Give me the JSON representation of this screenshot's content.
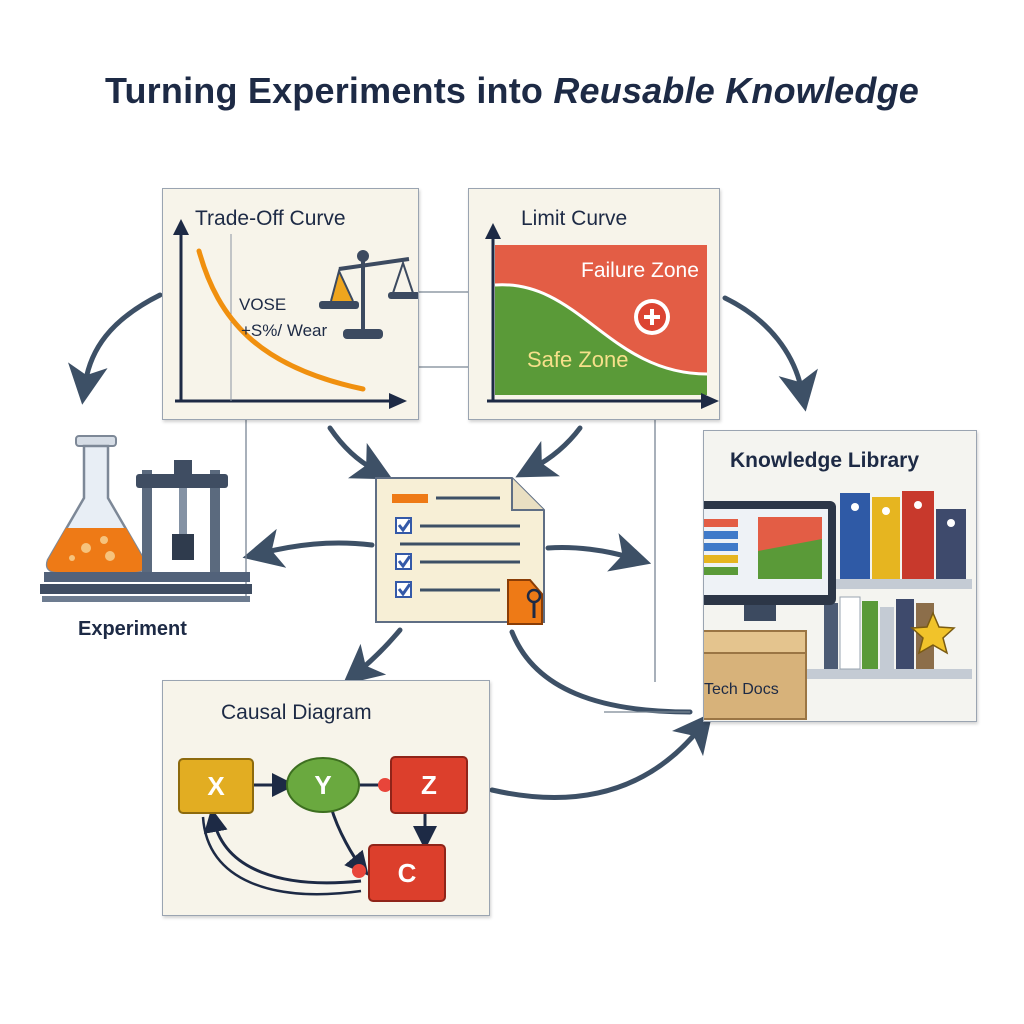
{
  "title": {
    "main": "Turning Experiments into ",
    "emphasis": "Reusable Knowledge"
  },
  "tradeoff": {
    "title": "Trade-Off Curve",
    "label_line1": "VOSE",
    "label_line2": "+S%/ Wear"
  },
  "limit": {
    "title": "Limit Curve",
    "failure_label": "Failure Zone",
    "safe_label": "Safe Zone"
  },
  "experiment": {
    "label": "Experiment"
  },
  "library": {
    "title": "Knowledge Library",
    "box_label": "Tech Docs"
  },
  "causal": {
    "title": "Causal Diagram",
    "nodes": {
      "x": "X",
      "y": "Y",
      "z": "Z",
      "c": "C"
    }
  },
  "colors": {
    "navy": "#1d2a45",
    "arrow": "#3d5066",
    "orange": "#ee7a16",
    "red": "#dc5540",
    "green": "#5b9b3a",
    "yellow": "#e2ad22",
    "paper": "#f7f4ea"
  },
  "icons": [
    "flask-icon",
    "press-icon",
    "scale-icon",
    "checklist-document-icon",
    "lock-icon",
    "monitor-icon",
    "binder-icon",
    "star-icon",
    "box-icon",
    "warning-icon"
  ]
}
